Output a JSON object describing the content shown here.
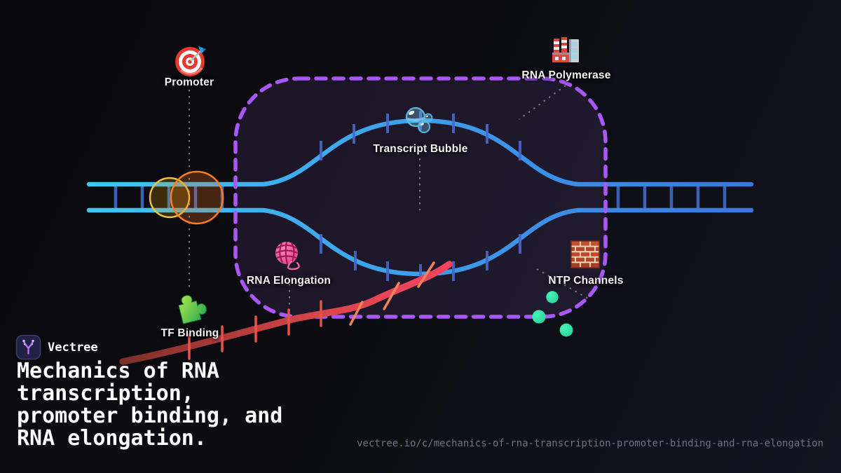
{
  "brand": {
    "name": "Vectree",
    "logo_icon": "vectree-logo-icon"
  },
  "heading": {
    "title": "Mechanics of RNA transcription, promoter binding, and RNA elongation."
  },
  "footer": {
    "url": "vectree.io/c/mechanics-of-rna-transcription-promoter-binding-and-rna-elongation"
  },
  "diagram": {
    "nodes": [
      {
        "id": "promoter",
        "label": "Promoter",
        "icon": "target-dart-icon"
      },
      {
        "id": "rna-polymerase",
        "label": "RNA Polymerase",
        "icon": "factory-icon"
      },
      {
        "id": "transcript-bubble",
        "label": "Transcript Bubble",
        "icon": "bubbles-icon"
      },
      {
        "id": "rna-elongation",
        "label": "RNA Elongation",
        "icon": "yarn-ball-icon"
      },
      {
        "id": "tf-binding",
        "label": "TF Binding",
        "icon": "puzzle-piece-icon"
      },
      {
        "id": "ntp-channels",
        "label": "NTP Channels",
        "icon": "brick-wall-icon"
      }
    ],
    "colors": {
      "dna_strand_start": "#3fc6f3",
      "dna_strand_end": "#3b76e0",
      "dna_rung": "#3a63b5",
      "bubble_tick": "#4868c9",
      "bubble_border": "#a957f7",
      "bubble_fill": "rgba(147,102,204,0.13)",
      "rna_curve_start": "#7e2f28",
      "rna_curve_end": "#f4435e",
      "rna_tick": "#e25548",
      "rna_tick_diagonal": "#f0825e",
      "tf_site_yellow": "#eec33c",
      "tf_site_orange": "#f97c26",
      "ntp_dot": "#2ee3a4",
      "leader_line": "#9b9b9b"
    }
  }
}
